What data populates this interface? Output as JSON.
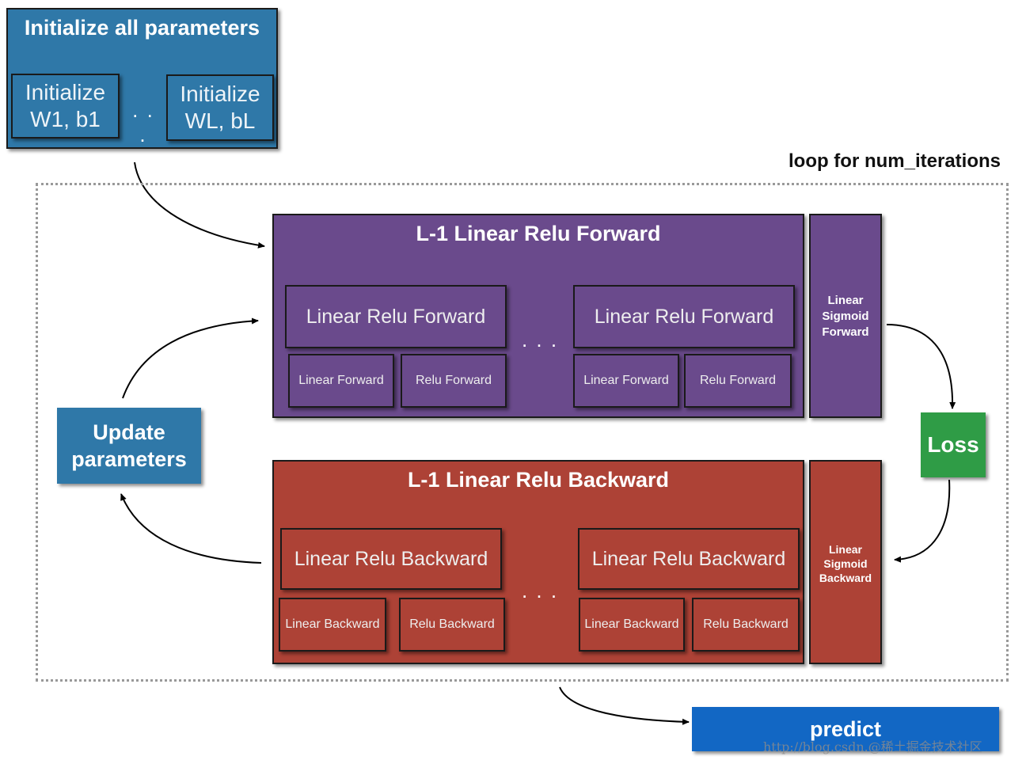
{
  "init": {
    "title": "Initialize all parameters",
    "first": "Initialize\nW1, b1",
    "last": "Initialize\nWL, bL",
    "dots": ". . ."
  },
  "loop": {
    "label": "loop for num_iterations"
  },
  "forward": {
    "title": "L-1 Linear Relu Forward",
    "block1": "Linear Relu Forward",
    "block2": "Linear Relu Forward",
    "sub1": "Linear Forward",
    "sub2": "Relu Forward",
    "sub3": "Linear Forward",
    "sub4": "Relu Forward",
    "dots": ". . ."
  },
  "sigmoid_forward": {
    "label": "Linear\nSigmoid\nForward"
  },
  "backward": {
    "title": "L-1 Linear Relu Backward",
    "block1": "Linear Relu Backward",
    "block2": "Linear Relu Backward",
    "sub1": "Linear Backward",
    "sub2": "Relu Backward",
    "sub3": "Linear Backward",
    "sub4": "Relu Backward",
    "dots": ". . ."
  },
  "sigmoid_backward": {
    "label": "Linear\nSigmoid\nBackward"
  },
  "update": {
    "label": "Update\nparameters"
  },
  "loss": {
    "label": "Loss"
  },
  "predict": {
    "label": "predict"
  },
  "watermark": {
    "text": "http://blog.csdn.@稀土掘金技术社区"
  },
  "colors": {
    "init_blue": "#2f78a8",
    "forward_purple": "#6a4a8c",
    "backward_red": "#ad4236",
    "loss_green": "#2f9c46",
    "predict_blue": "#1267c4"
  }
}
